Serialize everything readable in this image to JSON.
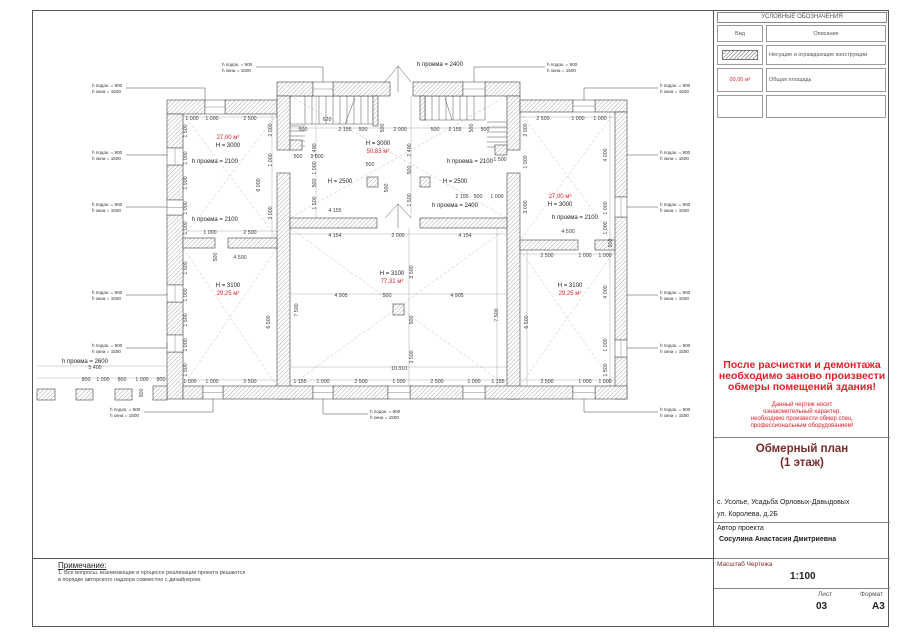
{
  "legend": {
    "title": "УСЛОВНЫЕ ОБОЗНАЧЕНИЯ",
    "col_view": "Вид",
    "col_desc": "Описание",
    "rows": [
      {
        "view": "hatch",
        "desc": "Несущие и ограждающие конструкции"
      },
      {
        "view": "00,00 м²",
        "desc": "Общая площадь"
      },
      {
        "view": "",
        "desc": ""
      }
    ]
  },
  "warning": {
    "main": [
      "После расчистки и демонтажа",
      "необходимо заново произвести",
      "обмеры помещений здания!"
    ],
    "sub": [
      "Данный чертеж носит",
      "ознакомительный характер,",
      "необходимо произвести обмер спец.",
      "профессиональным оборудованием!"
    ]
  },
  "title_block": {
    "title_line1": "Обмерный план",
    "title_line2": "(1 этаж)",
    "address_line1": "с. Усолье, Усадьба Орловых-Давыдовых",
    "address_line2": "ул. Королева, д.2Б",
    "author_label": "Автор проекта",
    "author_name": "Сосулина Анастасия Дмитриевна",
    "scale_label": "Масштаб Чертежа",
    "scale_value": "1:100",
    "sheet_label": "Лист",
    "sheet_value": "03",
    "format_label": "Формат",
    "format_value": "А3"
  },
  "note": {
    "title": "Примечание:",
    "lines": [
      "1. Все вопросы, возникающие в процессе реализации проекта решаются",
      "в порядке авторского надзора совместно с дизайнером."
    ]
  },
  "plan": {
    "window_label": {
      "sill": "h подок. = 900",
      "window": "h окна = 1500"
    },
    "rooms": [
      {
        "area": "27,00 м²",
        "height": "H = 3000"
      },
      {
        "area": "50,83 м²",
        "height": "H = 3000"
      },
      {
        "area": "",
        "height": "H = 2500"
      },
      {
        "area": "",
        "height": "H = 2500"
      },
      {
        "area": "27,00 м²",
        "height": "H = 3000"
      },
      {
        "area": "29,25 м²",
        "height": "H = 3100"
      },
      {
        "area": "77,31 м²",
        "height": "H = 3100"
      },
      {
        "area": "29,25 м²",
        "height": "H = 3100"
      }
    ],
    "openings": [
      "h проема = 2100",
      "h проема = 2100",
      "h проема = 2100",
      "h проема = 2100",
      "h проема = 2400",
      "h проема = 2400",
      "h проема = 2600"
    ],
    "dimensions": [
      "1 000",
      "1 000",
      "2 500",
      "1 500",
      "1 000",
      "1 500",
      "1 000",
      "1 000",
      "2 000",
      "1 000",
      "6 000",
      "3 000",
      "620",
      "500",
      "2 155",
      "500",
      "500",
      "2 000",
      "1 490",
      "500",
      "1 000",
      "1 000",
      "500",
      "1 500",
      "4 155",
      "500",
      "500",
      "500",
      "2 155",
      "500",
      "500",
      "2 490",
      "500",
      "1 500",
      "1 000",
      "2 155",
      "500",
      "1 000",
      "1 500",
      "2 500",
      "1 000",
      "1 000",
      "2 000",
      "4 000",
      "3 000",
      "1 000",
      "1 000",
      "4 500",
      "4 154",
      "2 000",
      "4 154",
      "1 000",
      "2 500",
      "500",
      "4 500",
      "1 500",
      "1 000",
      "1 500",
      "1 000",
      "1 500",
      "6 500",
      "7 500",
      "4 905",
      "500",
      "4 905",
      "3 500",
      "500",
      "3 500",
      "7 500",
      "10 310",
      "1 000",
      "1 000",
      "2 500",
      "1 155",
      "1 000",
      "2 500",
      "1 000",
      "2 500",
      "1 000",
      "1 155",
      "2 500",
      "1 000",
      "1 000",
      "4 000",
      "6 500",
      "1 000",
      "1 500",
      "2 500",
      "1 000",
      "1 000",
      "500",
      "5 400",
      "800",
      "1 000",
      "800",
      "1 000",
      "800",
      "500"
    ]
  }
}
